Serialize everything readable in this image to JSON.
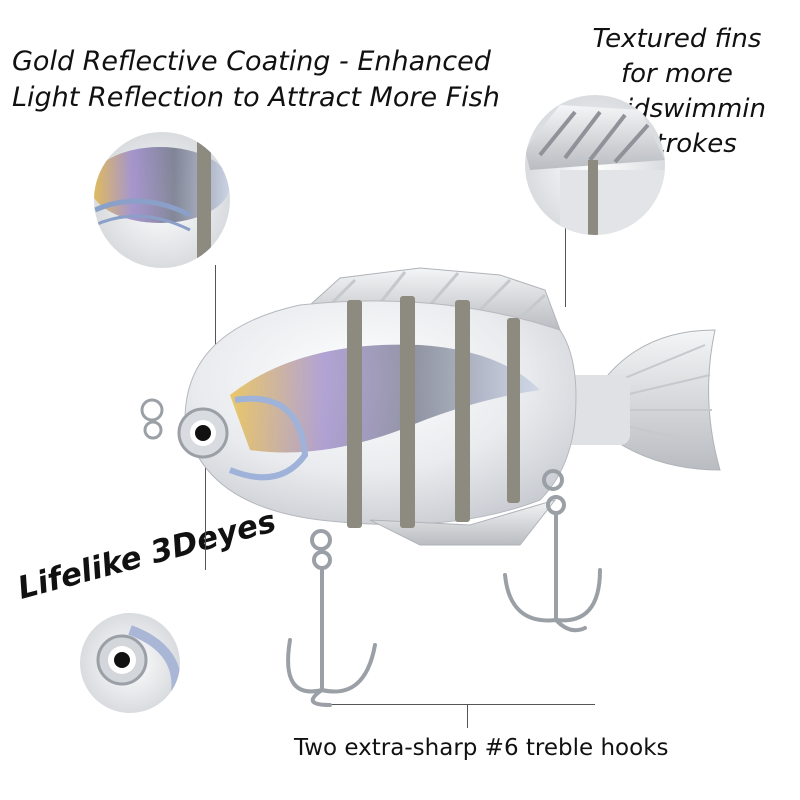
{
  "callouts": {
    "coating": [
      "Gold Reflective Coating - Enhanced",
      "Light Reflection to Attract More Fish"
    ],
    "fins": [
      "Textured fins",
      "for more",
      "vividswimmin",
      "g strokes"
    ],
    "eyes": "Lifelike 3Deyes",
    "hooks": "Two extra-sharp #6 treble hooks"
  },
  "colors": {
    "body": "#e9ebee",
    "scale_dark": "#6f7488",
    "gold_accent": "#e8b93c",
    "segment_band": "#8d8a80",
    "hook_metal": "#9aa0a6"
  },
  "icons": [
    "fish-lure",
    "detail-zoom-circle",
    "treble-hook"
  ]
}
